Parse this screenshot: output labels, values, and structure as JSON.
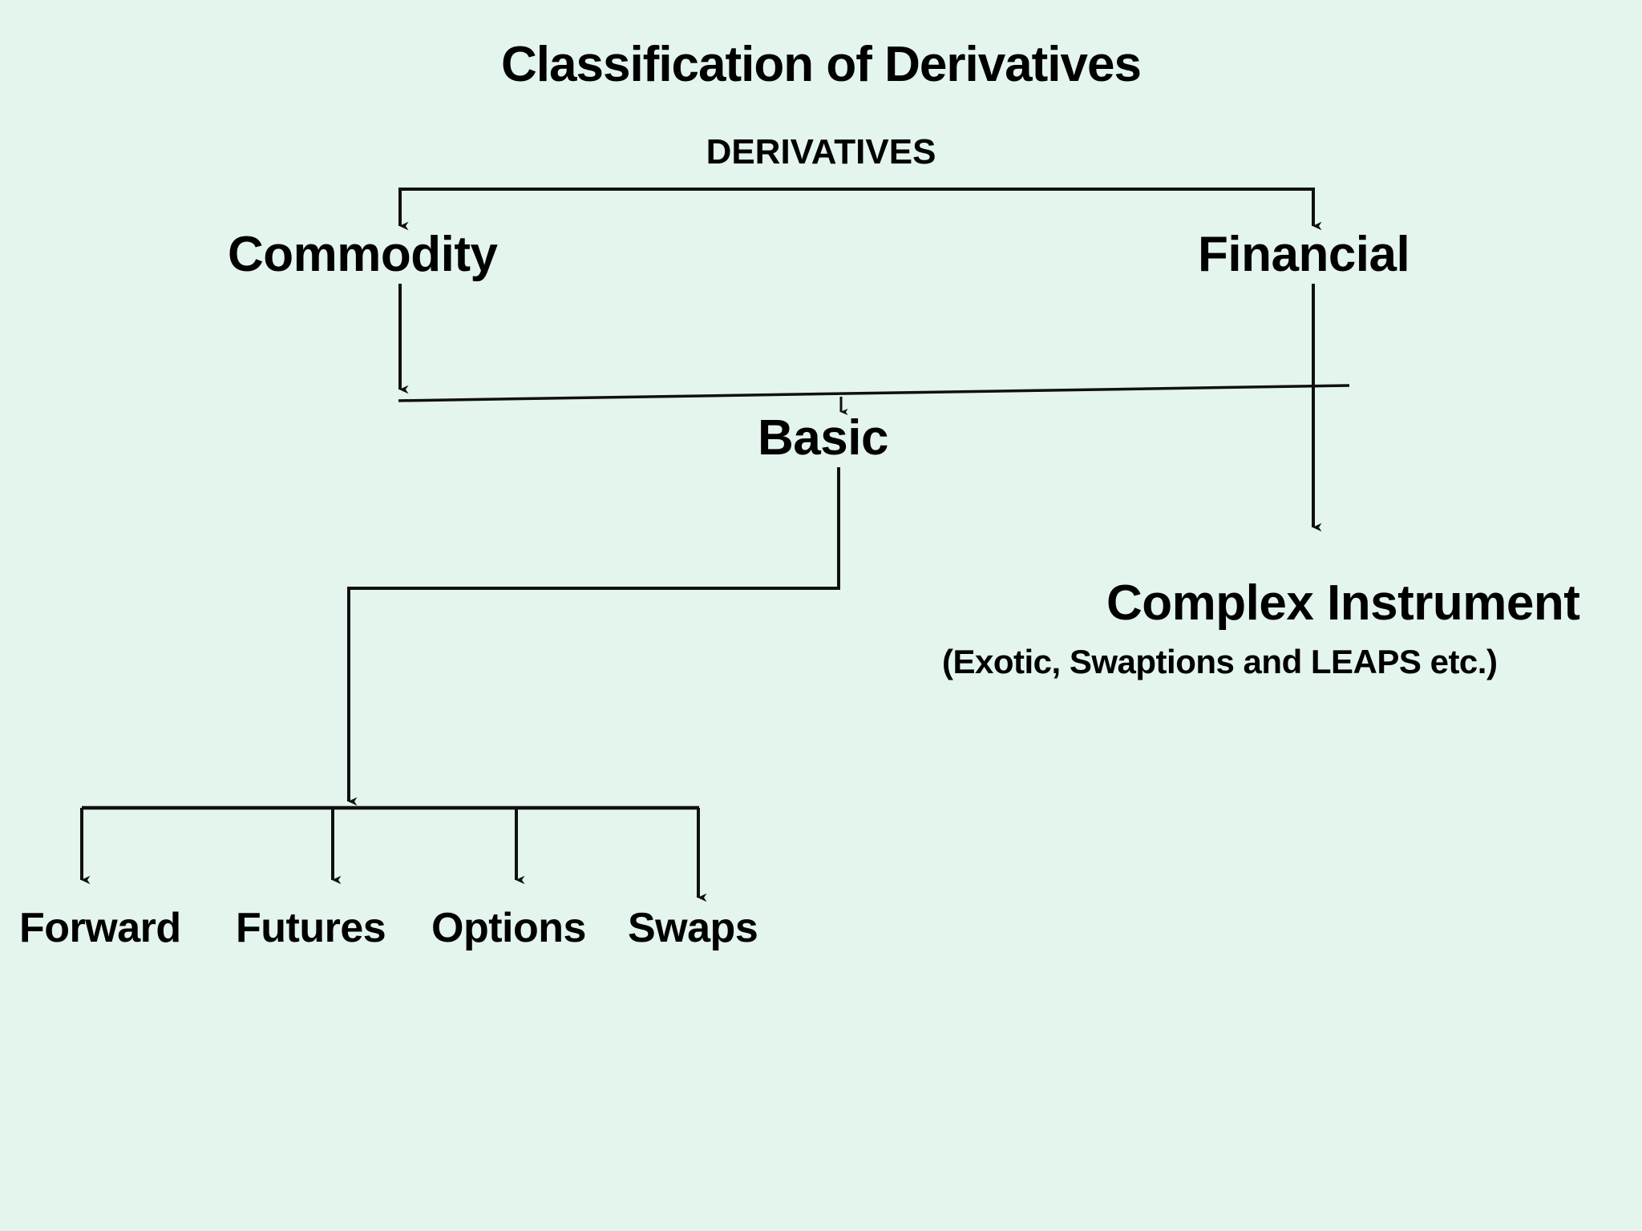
{
  "page": {
    "title": "Classification of Derivatives",
    "background_color": "#e3f5ed",
    "line_color": "#101010",
    "text_color": "#000000"
  },
  "diagram": {
    "root": {
      "label": "DERIVATIVES"
    },
    "level1": [
      {
        "id": "commodity",
        "label": "Commodity"
      },
      {
        "id": "financial",
        "label": "Financial"
      }
    ],
    "level2": [
      {
        "id": "basic",
        "label": "Basic"
      },
      {
        "id": "complex",
        "label": "Complex Instrument",
        "sublabel": "(Exotic, Swaptions and LEAPS etc.)"
      }
    ],
    "level3": [
      {
        "id": "forward",
        "label": "Forward"
      },
      {
        "id": "futures",
        "label": "Futures"
      },
      {
        "id": "options",
        "label": "Options"
      },
      {
        "id": "swaps",
        "label": "Swaps"
      }
    ],
    "connectors": [
      {
        "name": "derivatives-split-bar",
        "from": "DERIVATIVES",
        "to": [
          "Commodity",
          "Financial"
        ]
      },
      {
        "name": "commodity-to-basic",
        "from": "Commodity",
        "to": [
          "Basic"
        ]
      },
      {
        "name": "financial-to-basic",
        "from": "Financial",
        "to": [
          "Basic"
        ]
      },
      {
        "name": "financial-to-complex",
        "from": "Financial",
        "to": [
          "Complex Instrument"
        ]
      },
      {
        "name": "basic-split-bar",
        "from": "Basic",
        "to": [
          "Forward",
          "Futures",
          "Options",
          "Swaps"
        ]
      }
    ]
  }
}
